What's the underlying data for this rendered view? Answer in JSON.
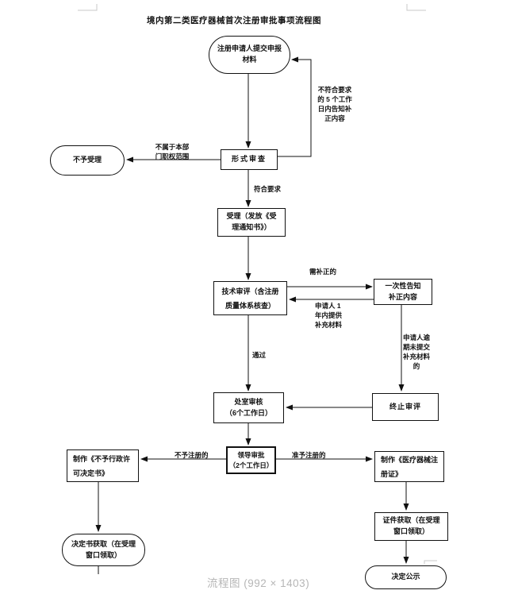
{
  "page": {
    "title": "境内第二类医疗器械首次注册审批事项流程图",
    "watermark": "流程图 (992 × 1403)"
  },
  "nodes": {
    "start": {
      "label": "注册申请人提交申报\n材料"
    },
    "reject": {
      "label": "不予受理"
    },
    "formal_review": {
      "label": "形式审查"
    },
    "accept": {
      "label": "受理（发放《受\n理通知书》）"
    },
    "tech_review": {
      "label": "技术审评（含注册\n质量体系核查）"
    },
    "onetime_notice": {
      "label": "一次性告知\n补正内容"
    },
    "dept_review": {
      "label": "处室审核\n（6个工作日）"
    },
    "terminate": {
      "label": "终止审评"
    },
    "leader_approval": {
      "label": "领导审批\n（2个工作日）"
    },
    "deny_letter": {
      "label": "制作《不予行政许\n可决定书》"
    },
    "cert_make": {
      "label": "制作《医疗器械注\n册证》"
    },
    "decision_get": {
      "label": "决定书获取（在受理\n窗口领取）"
    },
    "cert_get": {
      "label": "证件获取（在受理\n窗口领取）"
    },
    "publish": {
      "label": "决定公示"
    }
  },
  "edge_labels": {
    "not_meet": "不符合要求\n的 5 个工作\n日内告知补\n正内容",
    "not_authority": "不属于本部\n门职权范围",
    "meet": "符合要求",
    "need_correction": "需补正的",
    "supplement_1year": "申请人 1\n年内提供\n补充材料",
    "overdue": "申请人逾\n期未提交\n补充材料\n的",
    "pass": "通过",
    "deny_registration": "不予注册的",
    "grant_registration": "准予注册的"
  },
  "colors": {
    "line": "#111111",
    "text": "#111111",
    "background": "#ffffff",
    "watermark": "#b6b6b6",
    "corner_marks": "#c9c9c9"
  }
}
